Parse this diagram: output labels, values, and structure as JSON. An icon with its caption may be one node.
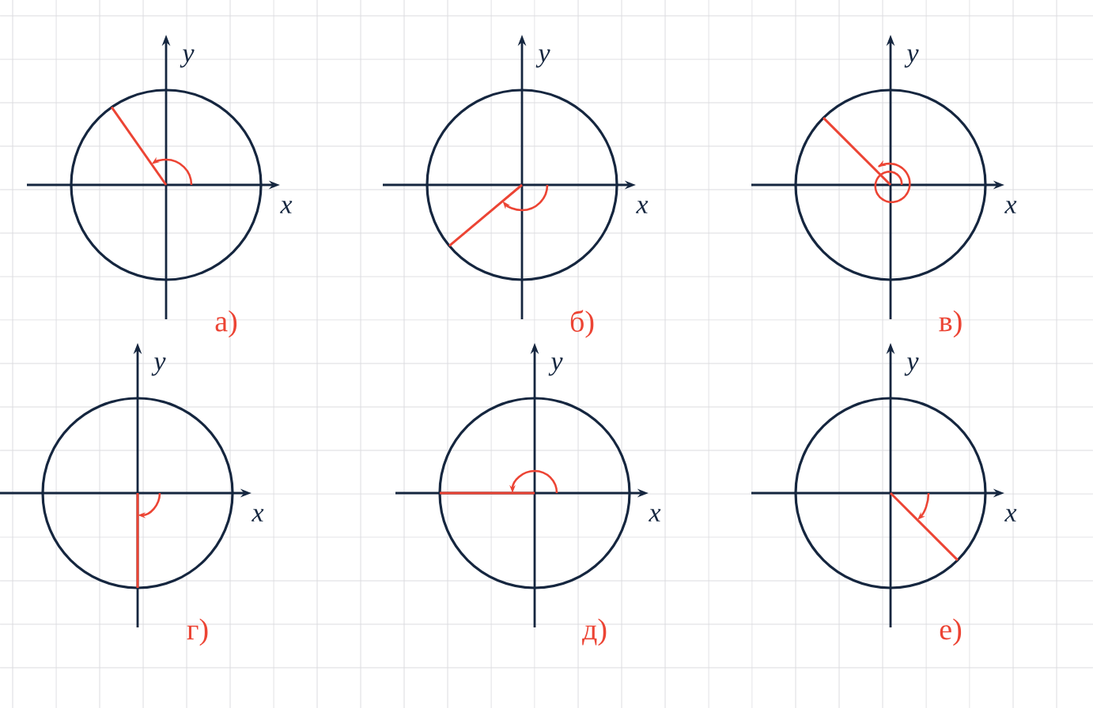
{
  "diagram": {
    "labels": [
      "y",
      "x",
      "а)",
      "y",
      "x",
      "б)",
      "y",
      "x",
      "в)",
      "y",
      "x",
      "г)",
      "y",
      "x",
      "д)",
      "y",
      "x",
      "е)"
    ]
  }
}
